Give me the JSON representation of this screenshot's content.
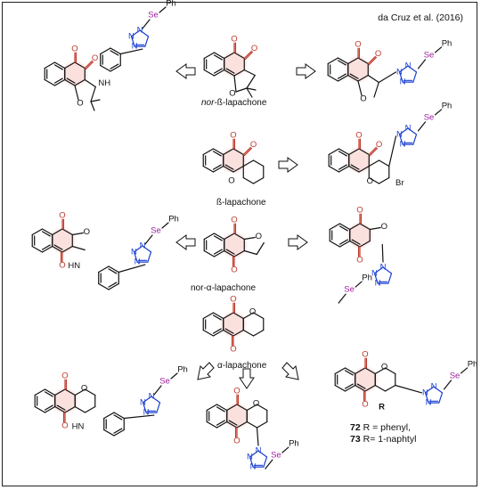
{
  "credit": "da Cruz et al.  (2016)",
  "labels": {
    "nor_beta": [
      "nor",
      "-ß-lapachone"
    ],
    "beta": "ß-lapachone",
    "nor_alpha": "nor-α-lapachone",
    "alpha": "α-lapachone"
  },
  "legend": {
    "line1_num": "72",
    "line1_text": " R = phenyl,",
    "line2_num": "73",
    "line2_text": " R= 1-naphtyl"
  },
  "atoms": {
    "O": "O",
    "N": "N",
    "HN": "HN",
    "NH": "NH",
    "H": "H",
    "Se": "Se",
    "Ph": "Ph",
    "Br": "Br",
    "R": "R"
  },
  "colors": {
    "carbonyl": "#c0392b",
    "triazole": "#1a3fd0",
    "selenium": "#a020a0",
    "bond": "#111111",
    "arrow_fill": "#ffffff"
  }
}
